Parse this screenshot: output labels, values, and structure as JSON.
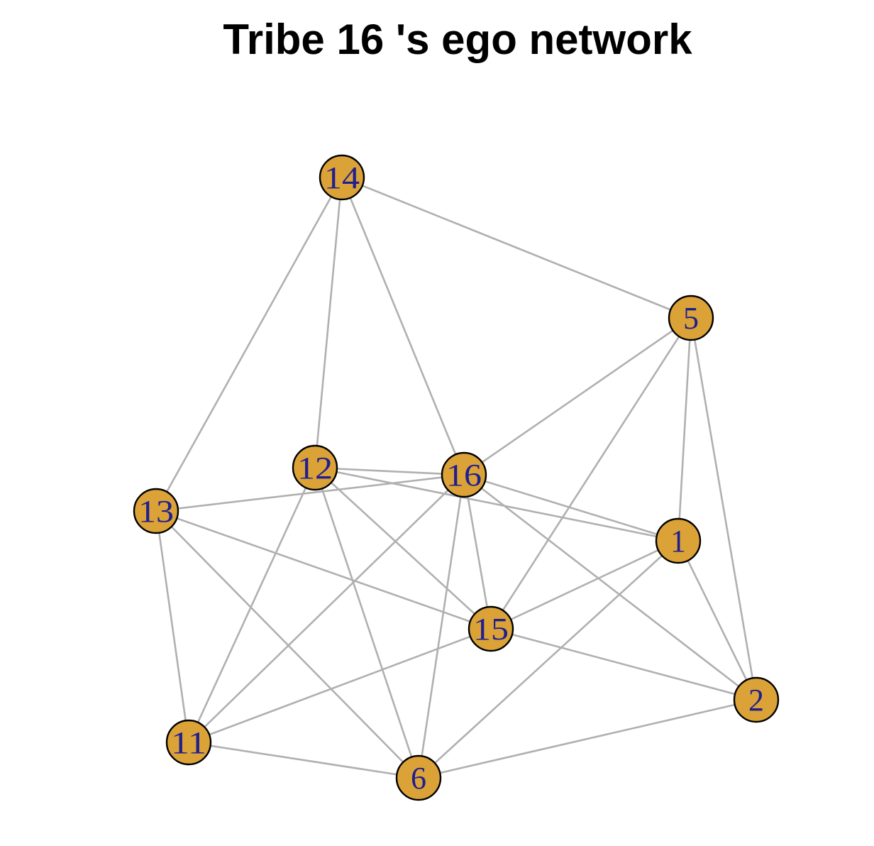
{
  "title": "Tribe 16 's ego network",
  "colors": {
    "node_fill": "#dba238",
    "node_stroke": "#000000",
    "edge": "#b0b0b0",
    "label": "#1f1f8f"
  },
  "nodes": [
    {
      "id": "14",
      "label": "14"
    },
    {
      "id": "5",
      "label": "5"
    },
    {
      "id": "12",
      "label": "12"
    },
    {
      "id": "16",
      "label": "16"
    },
    {
      "id": "13",
      "label": "13"
    },
    {
      "id": "1",
      "label": "1"
    },
    {
      "id": "15",
      "label": "15"
    },
    {
      "id": "2",
      "label": "2"
    },
    {
      "id": "11",
      "label": "11"
    },
    {
      "id": "6",
      "label": "6"
    }
  ],
  "edges": [
    [
      "14",
      "5"
    ],
    [
      "14",
      "12"
    ],
    [
      "14",
      "16"
    ],
    [
      "14",
      "13"
    ],
    [
      "5",
      "16"
    ],
    [
      "5",
      "15"
    ],
    [
      "5",
      "1"
    ],
    [
      "5",
      "2"
    ],
    [
      "12",
      "16"
    ],
    [
      "12",
      "1"
    ],
    [
      "12",
      "15"
    ],
    [
      "12",
      "11"
    ],
    [
      "12",
      "6"
    ],
    [
      "16",
      "13"
    ],
    [
      "16",
      "1"
    ],
    [
      "16",
      "15"
    ],
    [
      "16",
      "2"
    ],
    [
      "16",
      "11"
    ],
    [
      "16",
      "6"
    ],
    [
      "13",
      "15"
    ],
    [
      "13",
      "11"
    ],
    [
      "13",
      "6"
    ],
    [
      "1",
      "15"
    ],
    [
      "1",
      "2"
    ],
    [
      "1",
      "6"
    ],
    [
      "15",
      "2"
    ],
    [
      "15",
      "11"
    ],
    [
      "2",
      "6"
    ],
    [
      "11",
      "6"
    ]
  ]
}
